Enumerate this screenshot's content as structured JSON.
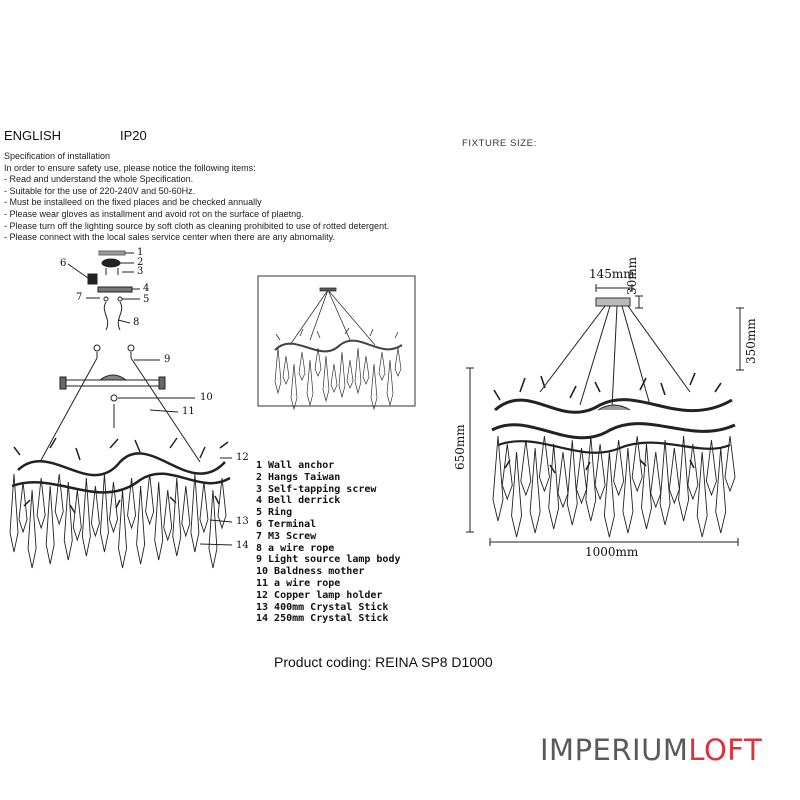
{
  "header": {
    "language": "ENGLISH",
    "ip_rating": "IP20"
  },
  "spec": {
    "lines": [
      "Specification of installation",
      "In order to ensure safety use, please notice the following items:",
      "- Read and understand the whole Specification.",
      "- Suitable for the use of 220-240V and 50-60Hz.",
      "- Must be installeed on the fixed places and be checked annually",
      "- Please wear gloves as installment and avoid rot on the surface of plaetng.",
      "- Please turn off the lighting source by soft cloth as cleaning prohibited to use of rotted detergent.",
      "- Please connect with the local sales service center when there are any abnomality."
    ]
  },
  "fixture_label": "FIXTURE SIZE:",
  "callouts": [
    "1",
    "2",
    "3",
    "4",
    "5",
    "6",
    "7",
    "8",
    "9",
    "10",
    "11",
    "12",
    "13",
    "14"
  ],
  "parts": [
    "1 Wall anchor",
    "2 Hangs Taiwan",
    "3 Self-tapping screw",
    "4 Bell derrick",
    "5 Ring",
    "6 Terminal",
    "7 M3 Screw",
    "8 a wire rope",
    "9 Light source lamp body",
    "10 Baldness mother",
    "11 a wire rope",
    "12 Copper lamp holder",
    "13 400mm Crystal Stick",
    "14 250mm Crystal Stick"
  ],
  "dimensions": {
    "canopy_width": "145mm",
    "canopy_height": "30mm",
    "drop": "350mm",
    "height": "650mm",
    "width": "1000mm"
  },
  "product_coding": "Product coding: REINA SP8 D1000",
  "brand": {
    "part1": "IMPERIUM",
    "part2": "LOFT",
    "color1": "#5a5a5a",
    "color2": "#e0303a"
  }
}
